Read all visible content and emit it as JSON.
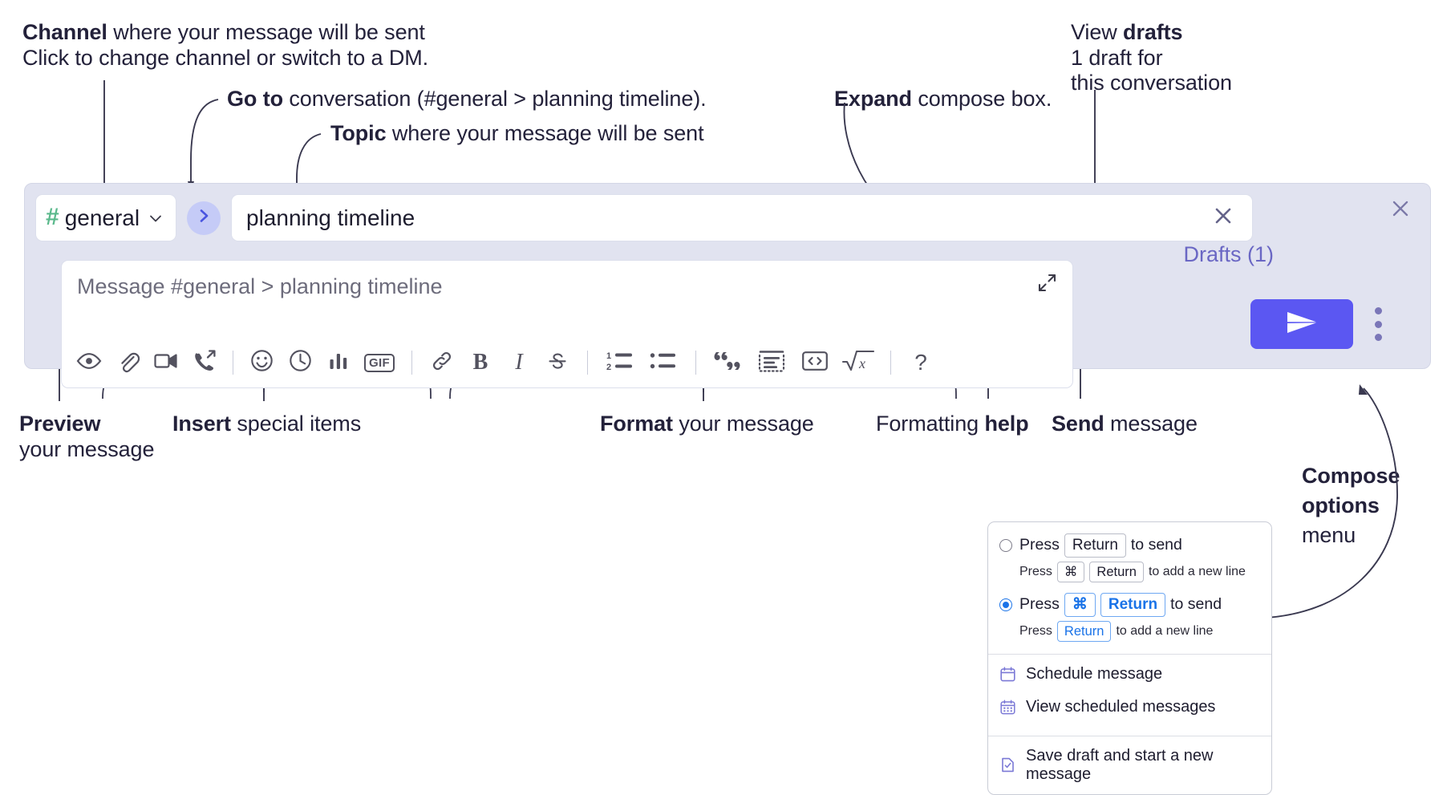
{
  "annotations": {
    "channel": {
      "bold": "Channel",
      "rest": " where your message will be sent",
      "sub": "Click to change channel or switch to a DM."
    },
    "goto": {
      "bold": "Go to",
      "rest": " conversation (#general > planning timeline)."
    },
    "topic": {
      "bold": "Topic",
      "rest": " where your message will be sent"
    },
    "expand": {
      "bold": "Expand",
      "rest": " compose box."
    },
    "drafts": {
      "pre": "View ",
      "bold": "drafts",
      "sub1": "1 draft for",
      "sub2": "this conversation"
    },
    "preview": {
      "bold": "Preview",
      "sub": "your message"
    },
    "insert": {
      "bold": "Insert",
      "rest": " special items"
    },
    "format": {
      "bold": "Format",
      "rest": " your message"
    },
    "help": {
      "pre": "Formatting ",
      "bold": "help"
    },
    "send": {
      "bold": "Send",
      "rest": " message"
    },
    "compose_options": {
      "bold1": "Compose",
      "bold2": "options",
      "rest": "menu"
    }
  },
  "compose": {
    "channel": {
      "hash": "#",
      "name": "general",
      "chevron_icon": "chevron-down-icon"
    },
    "goto_button": {
      "icon": "chevron-right-icon"
    },
    "topic": {
      "value": "planning timeline",
      "clear_icon": "close-icon"
    },
    "message": {
      "placeholder": "Message #general > planning timeline",
      "value": ""
    },
    "expand_icon": "expand-diagonal-icon",
    "panel_close_icon": "close-icon",
    "drafts_label": "Drafts (1)",
    "send_icon": "send-paper-plane-icon",
    "kebab_icon": "vertical-ellipsis-icon",
    "toolbar": [
      {
        "name": "preview-button",
        "icon": "eye-icon",
        "label": "Preview"
      },
      {
        "name": "attach-button",
        "icon": "paperclip-icon",
        "label": "Attach file"
      },
      {
        "name": "video-clip-button",
        "icon": "video-camera-icon",
        "label": "Record video clip"
      },
      {
        "name": "audio-clip-button",
        "icon": "phone-arrow-icon",
        "label": "Record audio clip"
      },
      {
        "name": "separator-1",
        "icon": "divider",
        "label": ""
      },
      {
        "name": "emoji-button",
        "icon": "smiley-icon",
        "label": "Emoji"
      },
      {
        "name": "reminder-button",
        "icon": "clock-icon",
        "label": "Reminder"
      },
      {
        "name": "poll-button",
        "icon": "bar-chart-icon",
        "label": "Poll"
      },
      {
        "name": "gif-button",
        "icon": "gif-icon",
        "label": "GIF"
      },
      {
        "name": "separator-2",
        "icon": "divider",
        "label": ""
      },
      {
        "name": "link-button",
        "icon": "link-icon",
        "label": "Link"
      },
      {
        "name": "bold-button",
        "icon": "bold-icon",
        "label": "B"
      },
      {
        "name": "italic-button",
        "icon": "italic-icon",
        "label": "I"
      },
      {
        "name": "strikethrough-button",
        "icon": "strikethrough-icon",
        "label": "S"
      },
      {
        "name": "separator-3",
        "icon": "divider",
        "label": ""
      },
      {
        "name": "ordered-list-button",
        "icon": "ordered-list-icon",
        "label": "Ordered list"
      },
      {
        "name": "bullet-list-button",
        "icon": "bullet-list-icon",
        "label": "Bulleted list"
      },
      {
        "name": "separator-4",
        "icon": "divider",
        "label": ""
      },
      {
        "name": "blockquote-button",
        "icon": "quote-icon",
        "label": "Blockquote"
      },
      {
        "name": "code-block-button",
        "icon": "code-block-icon",
        "label": "Code block"
      },
      {
        "name": "code-snippet-button",
        "icon": "code-brackets-icon",
        "label": "Code"
      },
      {
        "name": "math-button",
        "icon": "square-root-x-icon",
        "label": "Math"
      },
      {
        "name": "separator-5",
        "icon": "divider",
        "label": ""
      },
      {
        "name": "help-button",
        "icon": "question-mark-icon",
        "label": "?"
      }
    ]
  },
  "menu": {
    "options": [
      {
        "selected": false,
        "main": {
          "pre": "Press ",
          "key": "Return",
          "post": " to send"
        },
        "sub": {
          "pre": "Press ",
          "key1": "⌘",
          "key2": "Return",
          "post": " to add a new line"
        }
      },
      {
        "selected": true,
        "main": {
          "pre": "Press ",
          "key1": "⌘",
          "key2": "Return",
          "post": " to send"
        },
        "sub": {
          "pre": "Press ",
          "key": "Return",
          "post": " to add a new line"
        }
      }
    ],
    "items": [
      {
        "icon": "calendar-clock-icon",
        "label": "Schedule message"
      },
      {
        "icon": "calendar-grid-icon",
        "label": "View scheduled messages"
      },
      {
        "icon": "document-check-icon",
        "label": "Save draft and start a new message"
      }
    ]
  },
  "colors": {
    "panel_bg": "#e1e3f0",
    "accent_send": "#5b57f2",
    "drafts_text": "#6a67c4",
    "channel_hash_green": "#5bb98c",
    "goto_circle": "#c5cbf7",
    "radio_blue": "#1a73e8",
    "menu_icon_purple": "#7b79d6"
  }
}
